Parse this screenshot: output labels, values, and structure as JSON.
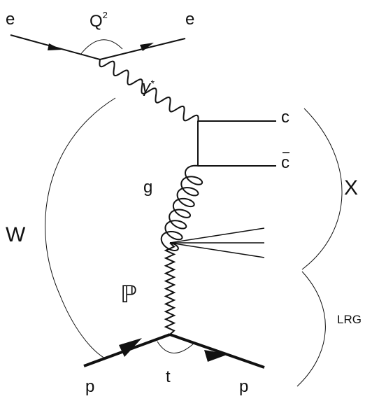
{
  "diagram": {
    "labels": {
      "electron_in": "e",
      "electron_out": "e",
      "q2": "Q",
      "q2_exp": "2",
      "photon": "γ",
      "photon_star": "*",
      "charm": "c",
      "anticharm": "c",
      "gluon": "g",
      "x_system": "X",
      "w": "W",
      "pomeron": "ℙ",
      "lrg": "LRG",
      "proton_in": "p",
      "t": "t",
      "proton_out": "p"
    }
  }
}
